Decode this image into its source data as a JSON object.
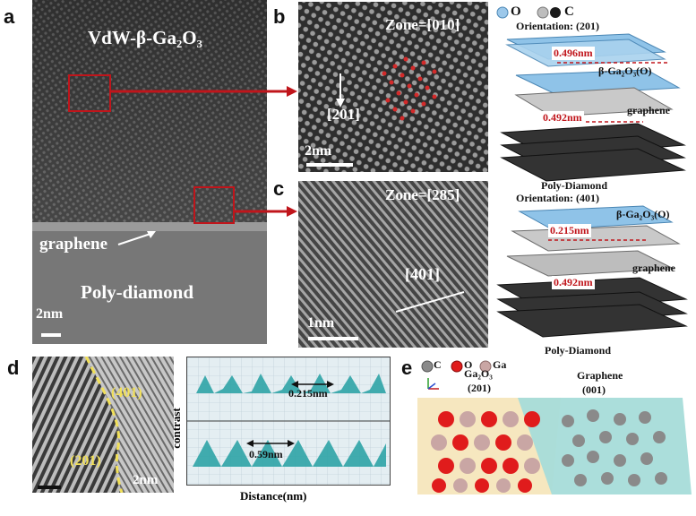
{
  "panels": {
    "a": "a",
    "b": "b",
    "c": "c",
    "d": "d",
    "e": "e"
  },
  "a": {
    "title": "VdW-β-Ga₂O₃",
    "graphene": "graphene",
    "substrate": "Poly-diamond",
    "scale": "2nm"
  },
  "b": {
    "zone": "Zone=[010]",
    "direction": "[201]",
    "scale": "2nm"
  },
  "c": {
    "zone": "Zone=[285]",
    "direction": "[401]",
    "scale": "1nm"
  },
  "structures": {
    "legend": [
      "O",
      "C"
    ],
    "top": {
      "orientation": "Orientation: (201)",
      "spacing_top": "0.496nm",
      "spacing_bottom": "0.492nm",
      "ga2o3": "β-Ga₂O₃(O)",
      "graphene": "graphene",
      "diamond": "Poly-Diamond"
    },
    "bottom": {
      "orientation": "Orientation: (401)",
      "spacing_top": "0.215nm",
      "spacing_bottom": "0.492nm",
      "ga2o3": "β-Ga₂O₃(O)",
      "graphene": "graphene",
      "diamond": "Poly-Diamond"
    }
  },
  "d": {
    "region1": "(401)",
    "region2": "(201)",
    "scale": "2nm",
    "ylabel": "contrast",
    "xlabel": "Distance(nm)",
    "profile_top": "0.215nm",
    "profile_bottom": "0.59nm"
  },
  "e": {
    "legend": [
      "C",
      "O",
      "Ga"
    ],
    "ga2o3": "Ga₂O₃",
    "ga2o3_plane": "(201)",
    "graphene": "Graphene",
    "graphene_plane": "(001)"
  }
}
